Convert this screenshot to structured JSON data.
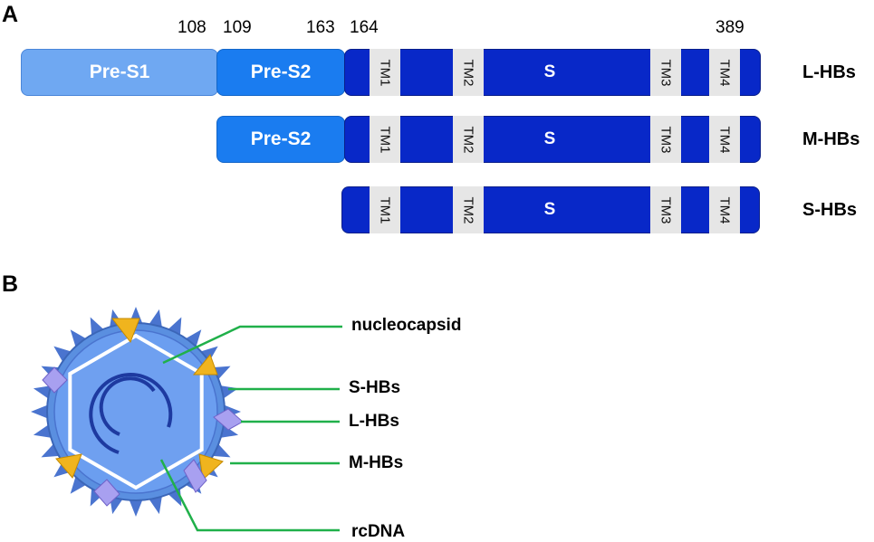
{
  "panel_a": {
    "label": "A",
    "positions": [
      "108",
      "109",
      "163",
      "164",
      "389"
    ],
    "rows": [
      {
        "name": "L-HBs",
        "pre_s1": "Pre-S1",
        "pre_s2": "Pre-S2",
        "s": "S",
        "tm": [
          "TM1",
          "TM2",
          "TM3",
          "TM4"
        ]
      },
      {
        "name": "M-HBs",
        "pre_s2": "Pre-S2",
        "s": "S",
        "tm": [
          "TM1",
          "TM2",
          "TM3",
          "TM4"
        ]
      },
      {
        "name": "S-HBs",
        "s": "S",
        "tm": [
          "TM1",
          "TM2",
          "TM3",
          "TM4"
        ]
      }
    ],
    "colors": {
      "pre_s1": "#6fa8f2",
      "pre_s2": "#1a7cf0",
      "s": "#0828c8",
      "tm": "#e6e6e6"
    }
  },
  "panel_b": {
    "label": "B",
    "labels": {
      "nucleocapsid": "nucleocapsid",
      "s_hbs": "S-HBs",
      "l_hbs": "L-HBs",
      "m_hbs": "M-HBs",
      "rcdna": "rcDNA"
    },
    "colors": {
      "envelope": "#5a8fe0",
      "spike": "#4a74cf",
      "hexagon": "#6b9ef0",
      "m_protein": "#f0b41e",
      "l_protein": "#a8a0f0",
      "leader": "#20b04a"
    }
  }
}
